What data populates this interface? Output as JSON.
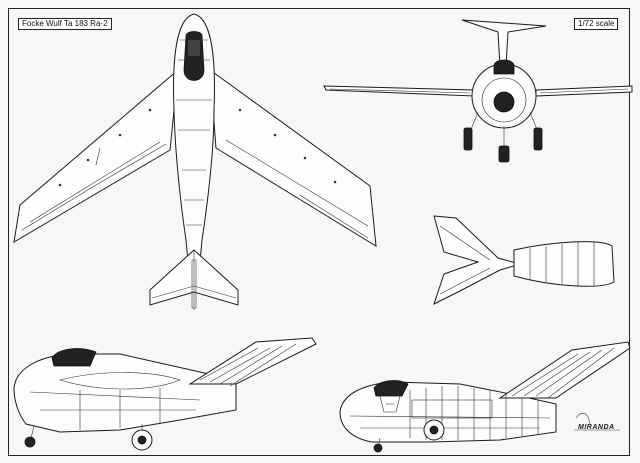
{
  "title": "Focke Wulf Ta 183 Ra-2",
  "scale": "1/72 scale",
  "logo_text": "MIRANDA",
  "views": [
    "top-view",
    "front-view",
    "side-profile-rear",
    "side-profile-left",
    "cutaway-side"
  ]
}
